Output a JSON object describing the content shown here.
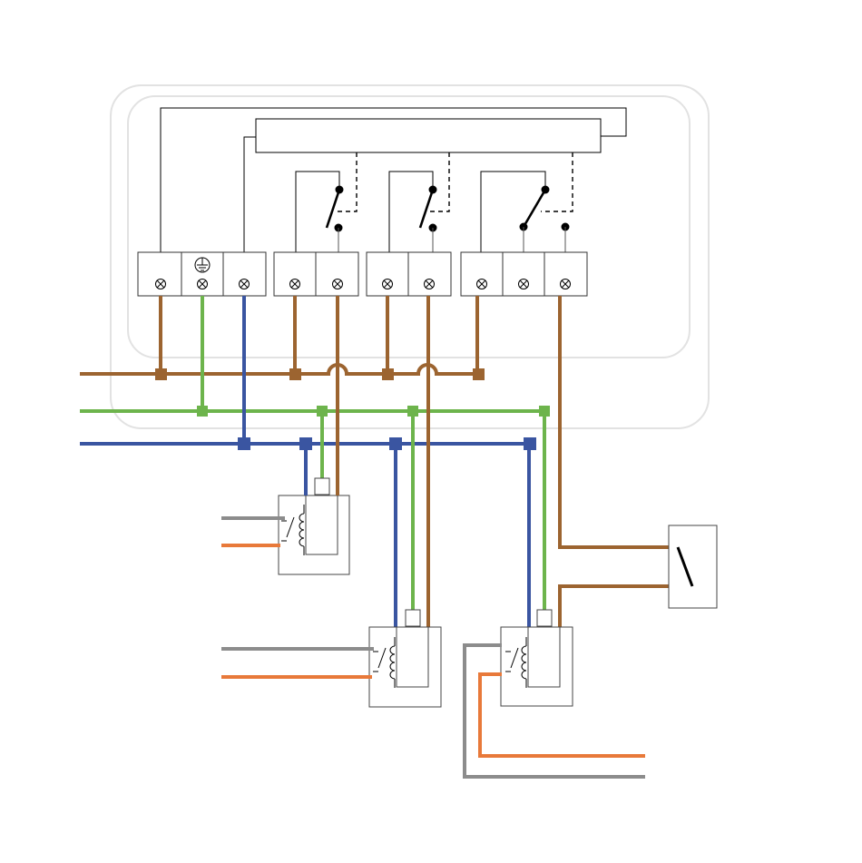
{
  "diagram": {
    "kind": "electrical-wiring-diagram",
    "text_labels": [],
    "colors": {
      "live": "#9c6430",
      "earth": "#6db44c",
      "neutral": "#3a55a1",
      "control_grey": "#8c8c8c",
      "control_orange": "#e8793a",
      "enclosure_outline": "#e2e2e2",
      "component_outline": "#333333"
    },
    "components": [
      {
        "id": "enclosure",
        "icon": "rounded-enclosure"
      },
      {
        "id": "controller-bar",
        "icon": "controller-bar"
      },
      {
        "id": "terminal-block-supply",
        "icon": "terminal-block",
        "terminals": 3,
        "symbols": [
          "none",
          "earth-symbol-icon",
          "none"
        ]
      },
      {
        "id": "relay-contact-1",
        "icon": "relay-switch-icon",
        "terminals": 2
      },
      {
        "id": "relay-contact-2",
        "icon": "relay-switch-icon",
        "terminals": 2
      },
      {
        "id": "relay-contact-3",
        "icon": "changeover-switch-icon",
        "terminals": 3
      },
      {
        "id": "actuator-1",
        "icon": "relay-coil-icon"
      },
      {
        "id": "actuator-2",
        "icon": "relay-coil-icon"
      },
      {
        "id": "actuator-3",
        "icon": "relay-coil-icon"
      },
      {
        "id": "wall-switch",
        "icon": "two-way-switch-icon"
      }
    ],
    "buses": [
      {
        "name_key": "live",
        "color_key": "live"
      },
      {
        "name_key": "earth",
        "color_key": "earth"
      },
      {
        "name_key": "neutral",
        "color_key": "neutral"
      }
    ]
  }
}
